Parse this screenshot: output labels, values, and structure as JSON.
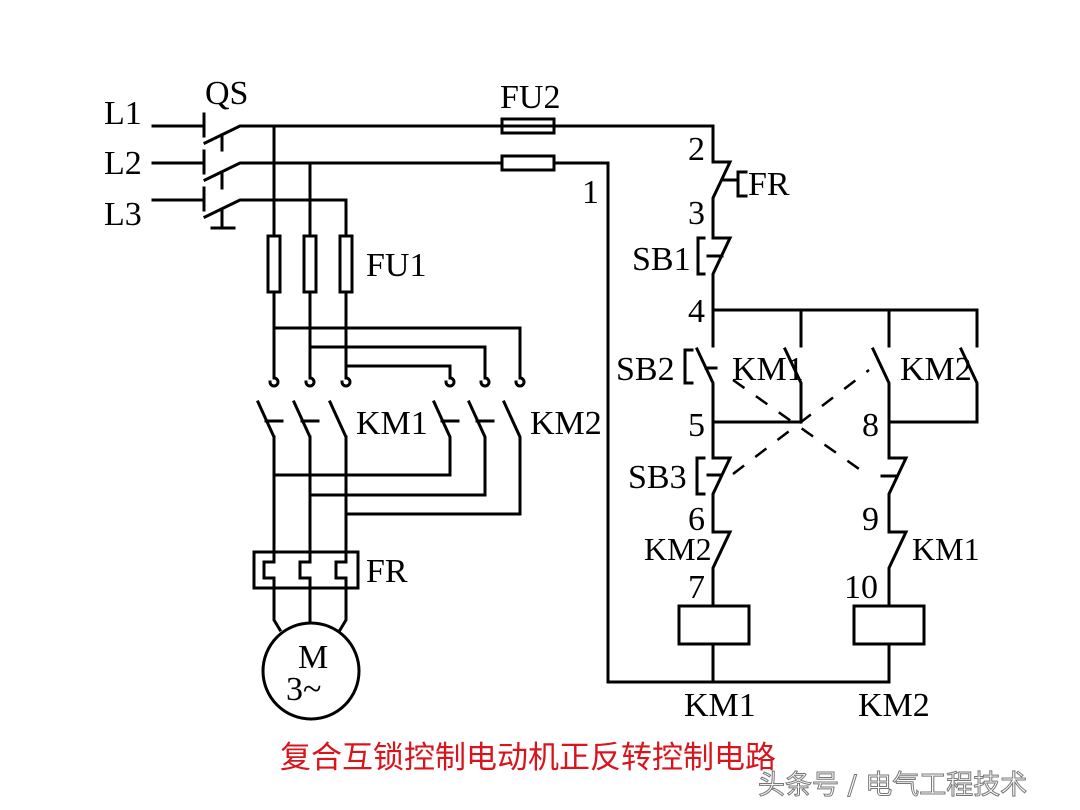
{
  "diagram": {
    "title": "复合互锁控制电动机正反转控制电路",
    "watermark": "头条号 / 电气工程技术",
    "colors": {
      "title": "#d8141c",
      "wire": "#000000",
      "background": "#ffffff"
    },
    "power_circuit": {
      "phases": [
        "L1",
        "L2",
        "L3"
      ],
      "main_switch": "QS",
      "main_fuses": "FU1",
      "forward_contactor": "KM1",
      "reverse_contactor": "KM2",
      "thermal_relay": "FR",
      "motor": {
        "symbol": "M",
        "phase_label": "3~"
      }
    },
    "control_circuit": {
      "fuse": "FU2",
      "overload_contact": "FR",
      "stop_button": "SB1",
      "forward_button": "SB2",
      "reverse_button": "SB3",
      "forward_hold_contact": "KM1",
      "reverse_hold_contact": "KM2",
      "forward_interlock": "KM2",
      "reverse_interlock": "KM1",
      "coil_left": "KM1",
      "coil_right": "KM2",
      "nodes": [
        "1",
        "2",
        "3",
        "4",
        "5",
        "6",
        "7",
        "8",
        "9",
        "10"
      ]
    }
  }
}
